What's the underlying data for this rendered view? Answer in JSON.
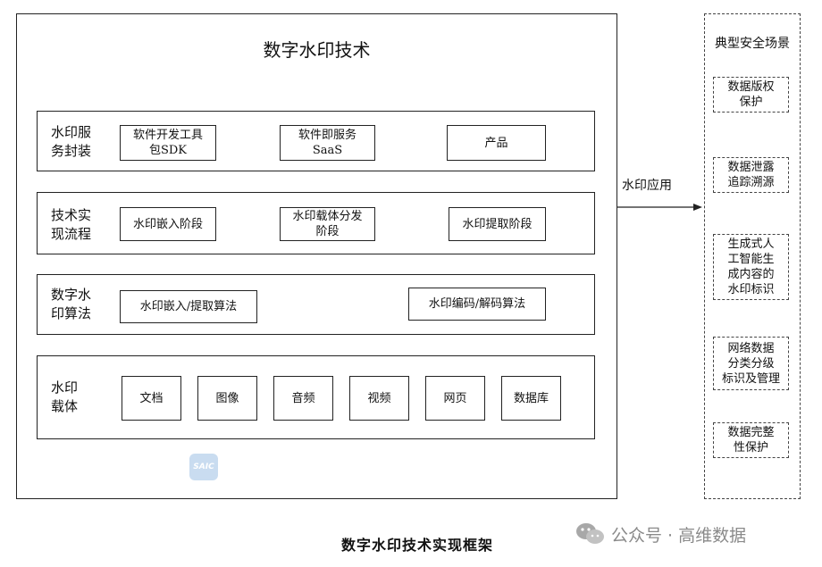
{
  "framework": {
    "title": "数字水印技术",
    "rows": [
      {
        "label": "水印服\n务封装",
        "items": [
          "软件开发工具\n包SDK",
          "软件即服务\nSaaS",
          "产品"
        ]
      },
      {
        "label": "技术实\n现流程",
        "items": [
          "水印嵌入阶段",
          "水印载体分发\n阶段",
          "水印提取阶段"
        ]
      },
      {
        "label": "数字水\n印算法",
        "items": [
          "水印嵌入/提取算法",
          "水印编码/解码算法"
        ]
      },
      {
        "label": "水印\n载体",
        "items": [
          "文档",
          "图像",
          "音频",
          "视频",
          "网页",
          "数据库"
        ]
      }
    ]
  },
  "arrow_label": "水印应用",
  "scenarios": {
    "title": "典型安全场景",
    "items": [
      "数据版权\n保护",
      "数据泄露\n追踪溯源",
      "生成式人\n工智能生\n成内容的\n水印标识",
      "网络数据\n分类分级\n标识及管理",
      "数据完整\n性保护"
    ]
  },
  "caption": "数字水印技术实现框架",
  "watermark": {
    "logo_text": "SAIC",
    "account": "公众号 · 高维数据"
  }
}
